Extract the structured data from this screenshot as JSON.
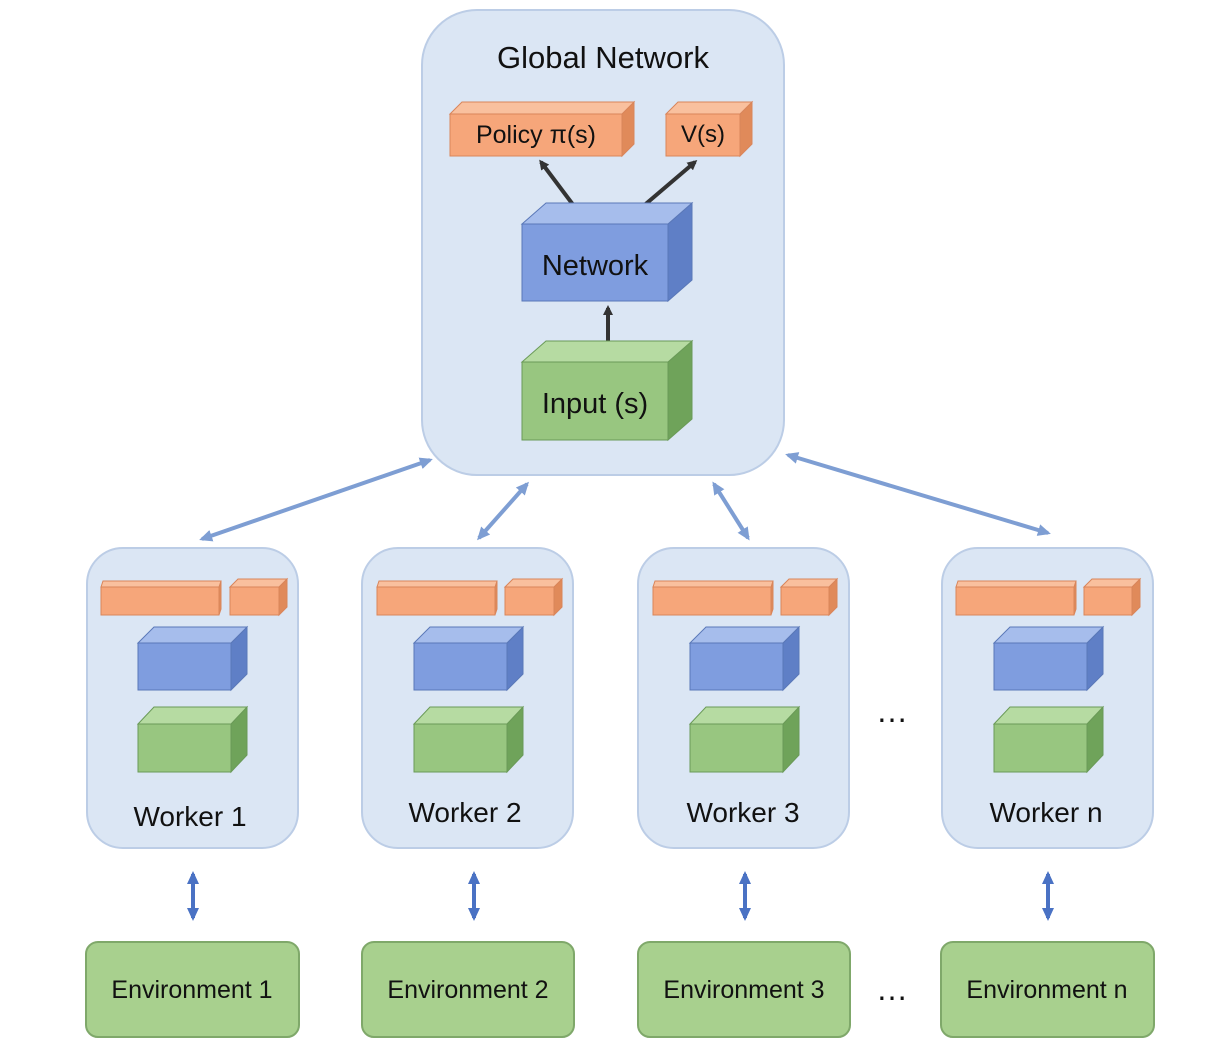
{
  "global": {
    "title": "Global Network",
    "policy_label": "Policy π(s)",
    "value_label": "V(s)",
    "network_label": "Network",
    "input_label": "Input (s)"
  },
  "workers": [
    {
      "label": "Worker 1",
      "env": "Environment 1"
    },
    {
      "label": "Worker 2",
      "env": "Environment 2"
    },
    {
      "label": "Worker 3",
      "env": "Environment 3"
    },
    {
      "label": "Worker n",
      "env": "Environment n"
    }
  ],
  "ellipsis": "…",
  "colors": {
    "panel_fill": "#dbe6f4",
    "panel_stroke": "#bccde6",
    "orange": "#f6a67a",
    "blue": "#7f9ddf",
    "green": "#98c680",
    "env_fill": "#a8d08e",
    "env_stroke": "#7fa86a",
    "link_arrow": "#7e9ed3",
    "env_arrow": "#4a72c4",
    "dark_arrow": "#333333"
  }
}
